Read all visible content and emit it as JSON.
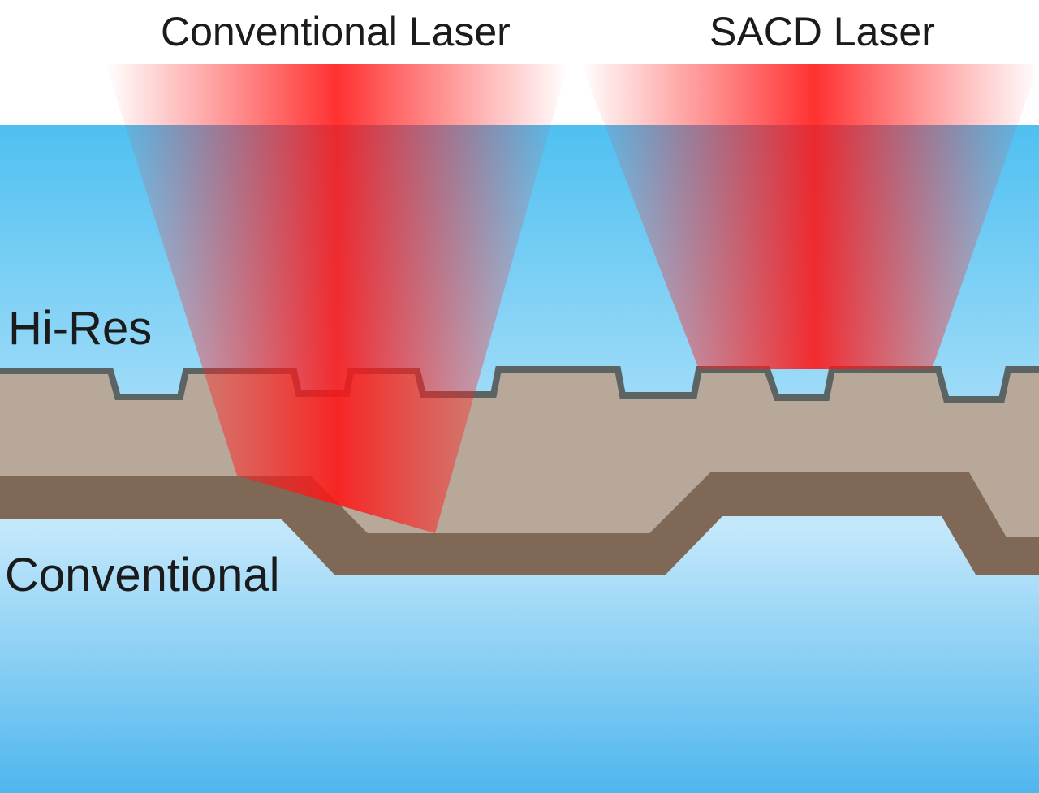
{
  "labels": {
    "conventional_laser": "Conventional Laser",
    "sacd_laser": "SACD Laser",
    "hires_layer": "Hi-Res",
    "conventional_layer": "Conventional"
  },
  "colors": {
    "background_white": "#ffffff",
    "substrate_blue_top": "#4fc0f1",
    "substrate_blue_mid": "#c4e8fb",
    "substrate_blue_bottom": "#4fb6ee",
    "hires_layer_fill": "#b8a89a",
    "hires_layer_outline": "#5b6463",
    "conventional_layer_fill": "#806857",
    "laser_core_red": "#ff1e1e",
    "text": "#1b1b1b"
  }
}
